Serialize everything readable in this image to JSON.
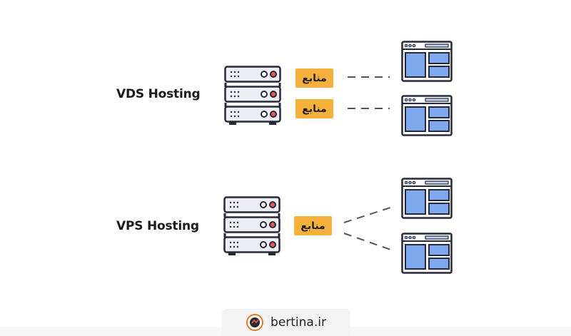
{
  "top": {
    "title": "VDS Hosting",
    "badges": [
      "منابع",
      "منابع"
    ]
  },
  "bottom": {
    "title": "VPS Hosting",
    "badge": "منابع"
  },
  "footer": {
    "brand": "bertina.ir"
  },
  "icons": {
    "server": "server-rack-icon",
    "window": "browser-window-icon",
    "logo": "bertina-logo-icon"
  },
  "colors": {
    "badge": "#f6b13c",
    "outline": "#26293a",
    "server_body": "#eceef3",
    "window_fill": "#bfd3f5",
    "window_panel": "#7fa8ee",
    "led_red": "#e8574f"
  }
}
